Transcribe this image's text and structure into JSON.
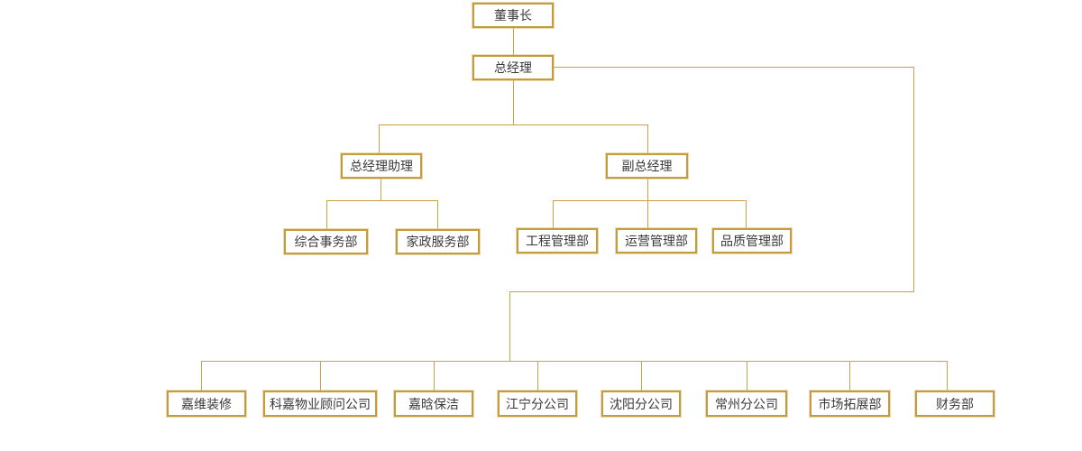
{
  "diagram": {
    "type": "org-chart",
    "accent_color": "#c49c3e",
    "line_color": "#c9a24b",
    "text_color": "#3a3a3a",
    "background_color": "#ffffff",
    "nodes": {
      "chairman": "董事长",
      "general_manager": "总经理",
      "gm_assistant": "总经理助理",
      "deputy_gm": "副总经理",
      "general_affairs_dept": "综合事务部",
      "housekeeping_service_dept": "家政服务部",
      "engineering_mgmt_dept": "工程管理部",
      "operations_mgmt_dept": "运营管理部",
      "quality_mgmt_dept": "品质管理部",
      "jiawei_decoration": "嘉维装修",
      "kejia_property_consulting": "科嘉物业顾问公司",
      "jiahan_cleaning": "嘉晗保洁",
      "jiangning_branch": "江宁分公司",
      "shenyang_branch": "沈阳分公司",
      "changzhou_branch": "常州分公司",
      "market_expansion_dept": "市场拓展部",
      "finance_dept": "财务部"
    }
  }
}
